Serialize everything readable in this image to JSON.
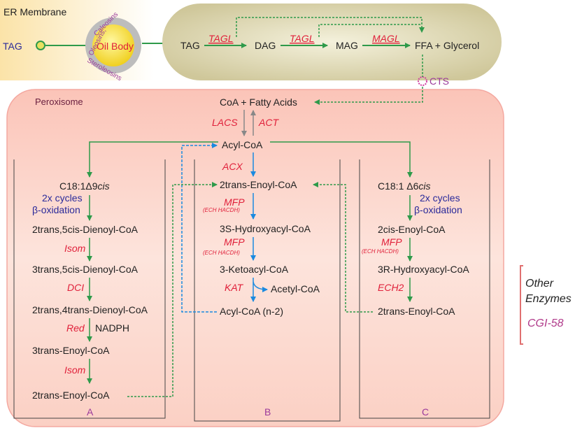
{
  "top": {
    "er_membrane": "ER Membrane",
    "tag_left": "TAG",
    "oil_body": "Oil Body",
    "caleosins": "Caleosins",
    "oleosins": "Oleosins,",
    "steroleosins": "Steroleosins",
    "tag": "TAG",
    "tagl1": "TAGL",
    "dag": "DAG",
    "tagl2": "TAGL",
    "mag": "MAG",
    "magl": "MAGL",
    "ffa": "FFA + Glycerol",
    "cts": "CTS"
  },
  "peroxisome": {
    "label": "Peroxisome",
    "coa_fa": "CoA + Fatty Acids",
    "lacs": "LACS",
    "act": "ACT",
    "acyl_coa": "Acyl-CoA"
  },
  "col_a": {
    "c18": "C18:1Δ9",
    "cis": "cis",
    "cycles": "2x cycles",
    "boxid": "β-oxidation",
    "s1": "2trans,5cis-Dienoyl-CoA",
    "isom1": "Isom",
    "s2": "3trans,5cis-Dienoyl-CoA",
    "dci": "DCI",
    "s3": "2trans,4trans-Dienoyl-CoA",
    "red": "Red",
    "nadph": "NADPH",
    "s4": "3trans-Enoyl-CoA",
    "isom2": "Isom",
    "s5": "2trans-Enoyl-CoA",
    "label": "A"
  },
  "col_b": {
    "acx": "ACX",
    "s1": "2trans-Enoyl-CoA",
    "mfp1": "MFP",
    "mfp1_sub": "(ECH HACDH)",
    "s2": "3S-Hydroxyacyl-CoA",
    "mfp2": "MFP",
    "mfp2_sub": "(ECH HACDH)",
    "s3": "3-Ketoacyl-CoA",
    "kat": "KAT",
    "acetyl": "Acetyl-CoA",
    "s4": "Acyl-CoA (n-2)",
    "label": "B"
  },
  "col_c": {
    "c18": "C18:1 Δ6",
    "cis": "cis",
    "cycles": "2x cycles",
    "boxid": "β-oxidation",
    "s1": "2cis-Enoyl-CoA",
    "mfp": "MFP",
    "mfp_sub": "(ECH HACDH)",
    "s2": "3R-Hydroxyacyl-CoA",
    "ech2": "ECH2",
    "s3": "2trans-Enoyl-CoA",
    "label": "C"
  },
  "other": {
    "title1": "Other",
    "title2": "Enzymes",
    "cgi": "CGI-58"
  },
  "colors": {
    "green": "#2e9a4a",
    "blue": "#1a8ae0",
    "red": "#e0203a",
    "purple": "#9b3a9b",
    "navy": "#2a2a9a"
  }
}
